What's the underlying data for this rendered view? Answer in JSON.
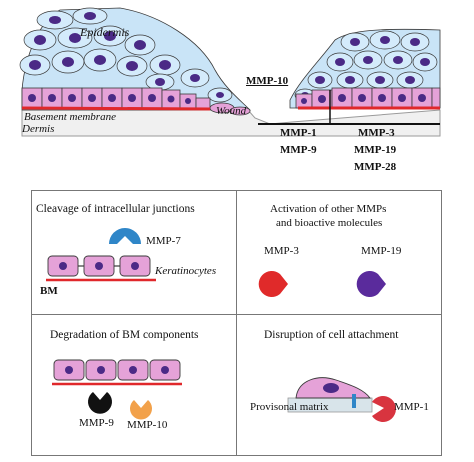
{
  "top": {
    "epidermis": "Epidermis",
    "dermis": "Dermis",
    "basement_membrane": "Basement membrane",
    "wound": "Wound",
    "mmp10": "MMP-10",
    "left_group": [
      "MMP-1",
      "MMP-9"
    ],
    "right_group": [
      "MMP-3",
      "MMP-19",
      "MMP-28"
    ]
  },
  "panels": {
    "junctions": {
      "title": "Cleavage of intracellular junctions",
      "enzyme": "MMP-7",
      "keratinocytes": "Keratinocytes",
      "bm": "BM"
    },
    "activation": {
      "title_line1": "Activation of other MMPs",
      "title_line2": "and bioactive molecules",
      "enzymes": [
        "MMP-3",
        "MMP-19"
      ]
    },
    "degradation": {
      "title": "Degradation of BM components",
      "enzymes": [
        "MMP-9",
        "MMP-10"
      ]
    },
    "disruption": {
      "title": "Disruption of cell attachment",
      "matrix": "Provisonal matrix",
      "enzyme": "MMP-1"
    }
  },
  "colors": {
    "cell_fill": "#e5a2d8",
    "nucleus": "#4b2a86",
    "bm_red": "#e0282b",
    "mmp7_blue": "#2f86c8",
    "mmp3_red": "#e02a2a",
    "mmp19_purple": "#5a2b9c",
    "mmp9_black": "#111111",
    "mmp10_orange": "#f2a14a",
    "mmp1_red": "#d8343f"
  }
}
